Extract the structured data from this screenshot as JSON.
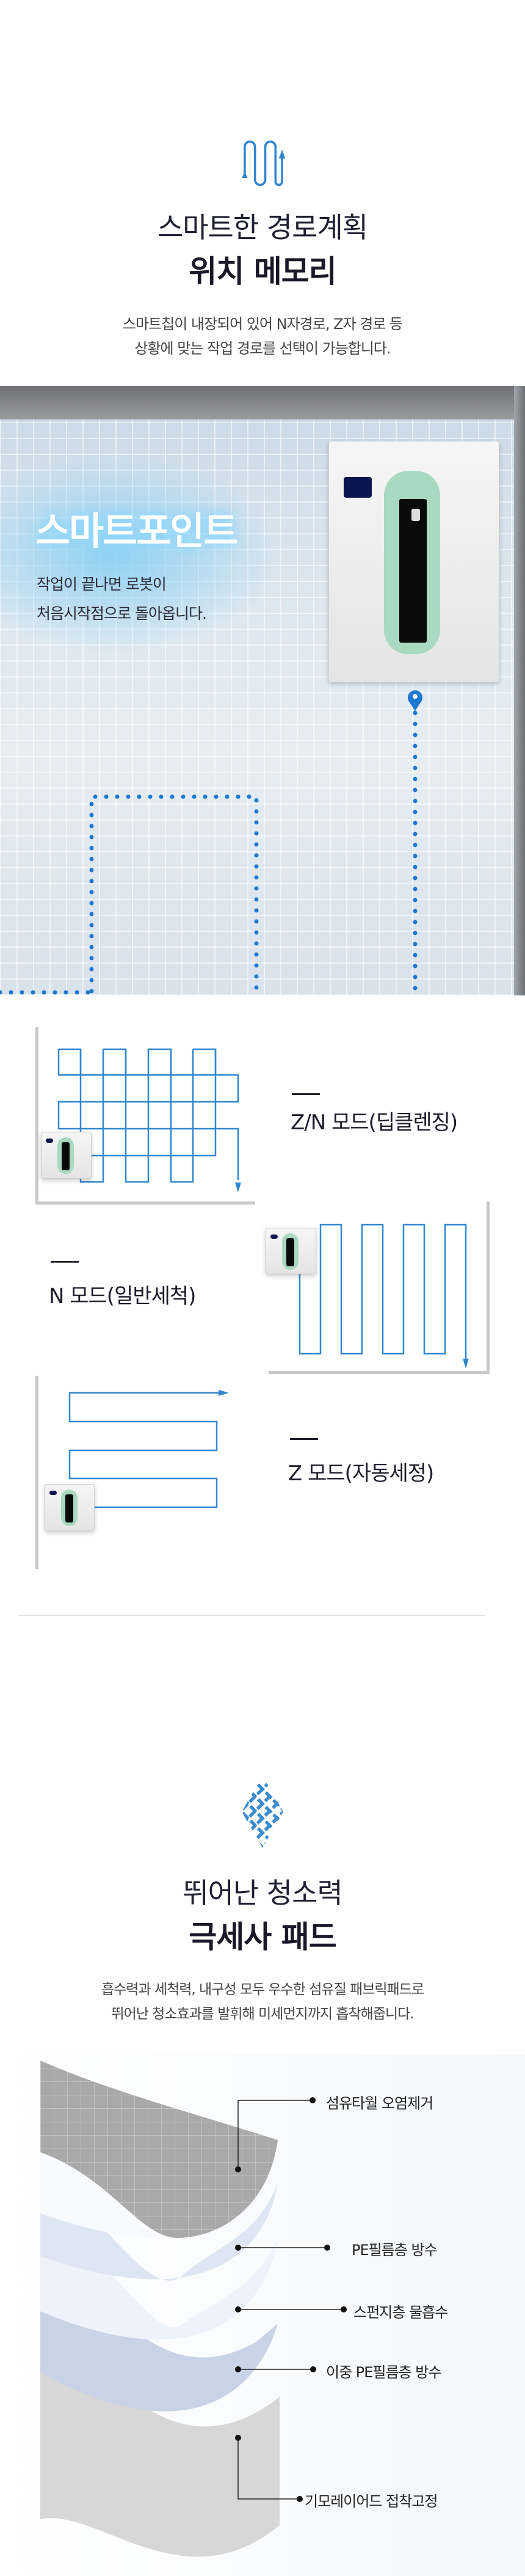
{
  "section1": {
    "icon": "zigzag-path-icon",
    "title_light": "스마트한 경로계획",
    "title_bold": "위치 메모리",
    "desc_lines": [
      "스마트칩이 내장되어 있어 N자경로, Z자 경로 등",
      "상황에 맞는 작업 경로를 선택이 가능합니다."
    ]
  },
  "smart_point": {
    "title": "스마트포인트",
    "lines": [
      "작업이 끝나면 로봇이",
      "처음시작점으로 돌아옵니다."
    ],
    "path_color": "#1e78d2"
  },
  "modes": [
    {
      "label": "Z/N 모드(딥클렌징)"
    },
    {
      "label": "N 모드(일반세척)"
    },
    {
      "label": "Z 모드(자동세정)"
    }
  ],
  "section2": {
    "icon": "weave-fabric-icon",
    "title_light": "뛰어난 청소력",
    "title_bold": "극세사 패드",
    "desc_lines": [
      "흡수력과 세척력, 내구성 모두 우수한 섬유질 패브릭패드로",
      "뛰어난 청소효과를 발휘해 미세먼지까지 흡착해줍니다."
    ]
  },
  "pad_layers": [
    "섬유타월 오염제거",
    "PE필름층 방수",
    "스펀지층 물흡수",
    "이중 PE필름층 방수",
    "기모레이어드 접착고정"
  ],
  "colors": {
    "accent": "#2f86cf",
    "text": "#1b1b2b"
  }
}
